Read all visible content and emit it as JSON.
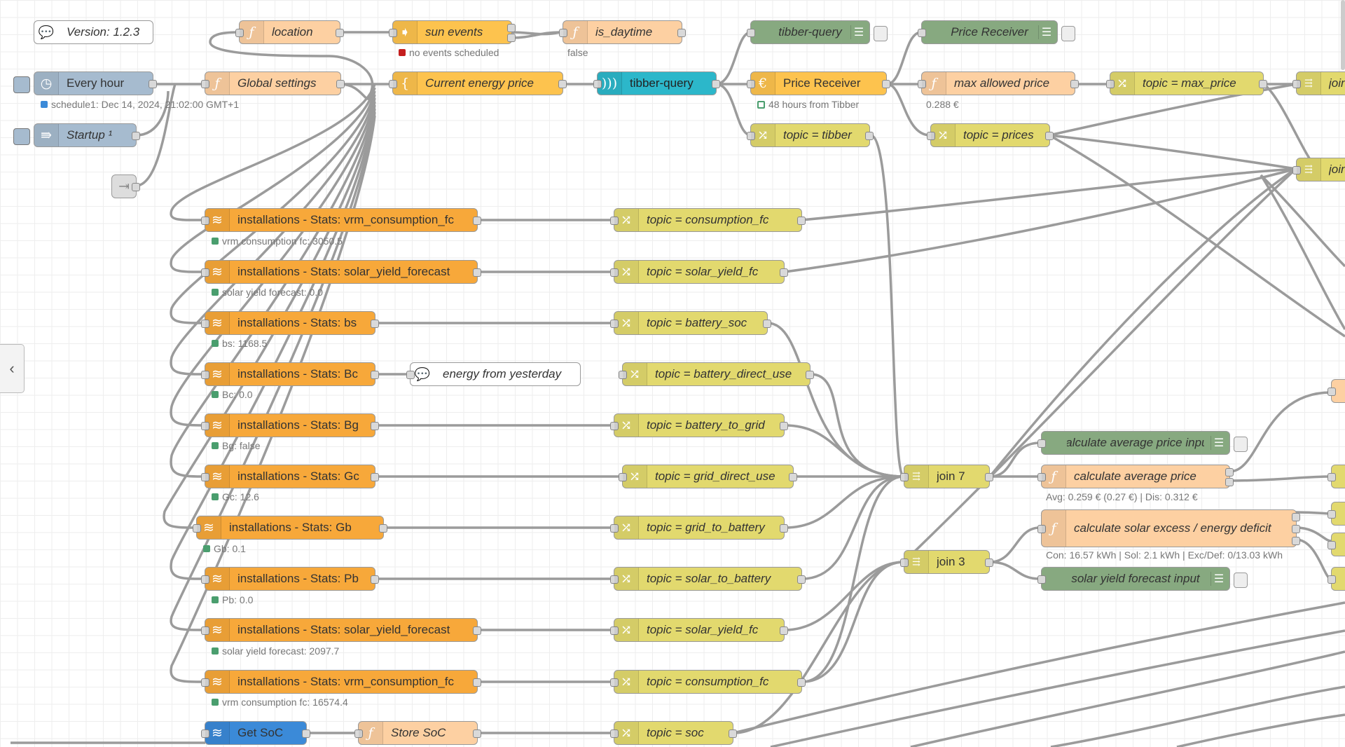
{
  "comment_version": "Version: 1.2.3",
  "nodes": {
    "location": "location",
    "sun_events": "sun events",
    "sun_events_status": "no events scheduled",
    "is_daytime": "is_daytime",
    "is_daytime_status": "false",
    "tibber_query_debug": "tibber-query",
    "price_receiver_debug": "Price Receiver",
    "every_hour": "Every hour",
    "every_hour_status": "schedule1: Dec 14, 2024, 21:02:00 GMT+1",
    "global_settings": "Global settings",
    "current_energy_price": "Current energy price",
    "tibber_query": "tibber-query",
    "price_receiver": "Price Receiver",
    "price_receiver_status": "48 hours from Tibber",
    "max_allowed_price": "max allowed price",
    "max_allowed_price_status": "0.288 €",
    "topic_max_price": "topic = max_price",
    "join_a": "join",
    "join_b": "join",
    "startup": "Startup ¹",
    "topic_tibber": "topic = tibber",
    "topic_prices": "topic = prices",
    "stats_vrm_consumption_fc_1": "installations - Stats: vrm_consumption_fc",
    "stats_vrm_consumption_fc_1_status": "vrm consumption fc: 3050.5",
    "topic_consumption_fc_1": "topic = consumption_fc",
    "stats_solar_yield_forecast_1": "installations - Stats: solar_yield_forecast",
    "stats_solar_yield_forecast_1_status": "solar yield forecast: 0.0",
    "topic_solar_yield_fc_1": "topic = solar_yield_fc",
    "stats_bs": "installations - Stats: bs",
    "stats_bs_status": "bs: 1168.5",
    "topic_battery_soc": "topic = battery_soc",
    "stats_bc": "installations - Stats: Bc",
    "stats_bc_status": "Bc: 0.0",
    "comment_energy_yesterday": "energy from yesterday",
    "topic_battery_direct_use": "topic = battery_direct_use",
    "stats_bg": "installations - Stats: Bg",
    "stats_bg_status": "Bg: false",
    "topic_battery_to_grid": "topic = battery_to_grid",
    "calc_avg_price_input": "calculate average price input",
    "stats_gc": "installations - Stats: Gc",
    "stats_gc_status": "Gc: 12.6",
    "topic_grid_direct_use": "topic = grid_direct_use",
    "join7": "join 7",
    "calc_avg_price": "calculate average price",
    "calc_avg_price_status": "Avg: 0.259 € (0.27 €) | Dis: 0.312 €",
    "stats_gb": "installations - Stats: Gb",
    "stats_gb_status": "Gb: 0.1",
    "topic_grid_to_battery": "topic = grid_to_battery",
    "calc_solar_excess": "calculate solar excess / energy deficit",
    "calc_solar_excess_status": "Con: 16.57 kWh | Sol: 2.1 kWh | Exc/Def: 0/13.03 kWh",
    "stats_pb": "installations - Stats: Pb",
    "stats_pb_status": "Pb: 0.0",
    "topic_solar_to_battery": "topic = solar_to_battery",
    "join3": "join 3",
    "solar_yield_fc_input": "solar yield forecast input",
    "stats_solar_yield_forecast_2": "installations - Stats: solar_yield_forecast",
    "stats_solar_yield_forecast_2_status": "solar yield forecast: 2097.7",
    "topic_solar_yield_fc_2": "topic = solar_yield_fc",
    "stats_vrm_consumption_fc_2": "installations - Stats: vrm_consumption_fc",
    "stats_vrm_consumption_fc_2_status": "vrm consumption fc: 16574.4",
    "topic_consumption_fc_2": "topic = consumption_fc",
    "get_soc": "Get SoC",
    "store_soc": "Store SoC",
    "topic_soc": "topic = soc"
  },
  "icons": {
    "function": "function-icon",
    "change": "shuffle-icon",
    "victron": "victron-wave-icon",
    "inject": "clock-icon",
    "debug": "list-icon",
    "join": "join-icon",
    "template": "brace-icon",
    "tibber": "signal-icon",
    "euro": "euro-icon",
    "comment": "speech-bubble-icon",
    "link_out": "link-out-icon",
    "sidebar": "chevron-left-icon"
  },
  "colors": {
    "victron_node": "#f7a83a",
    "function_node": "#fdd0a2",
    "change_node": "#e2d96e",
    "debug_node": "#87a980",
    "inject_node": "#a6bbcf",
    "tibber_node": "#2cb7ca",
    "template_node": "#fdc34e",
    "wire": "#9b9b9b",
    "status_green": "#4a9e6e",
    "status_red": "#c41e1e",
    "status_blue": "#3b8ad8"
  }
}
